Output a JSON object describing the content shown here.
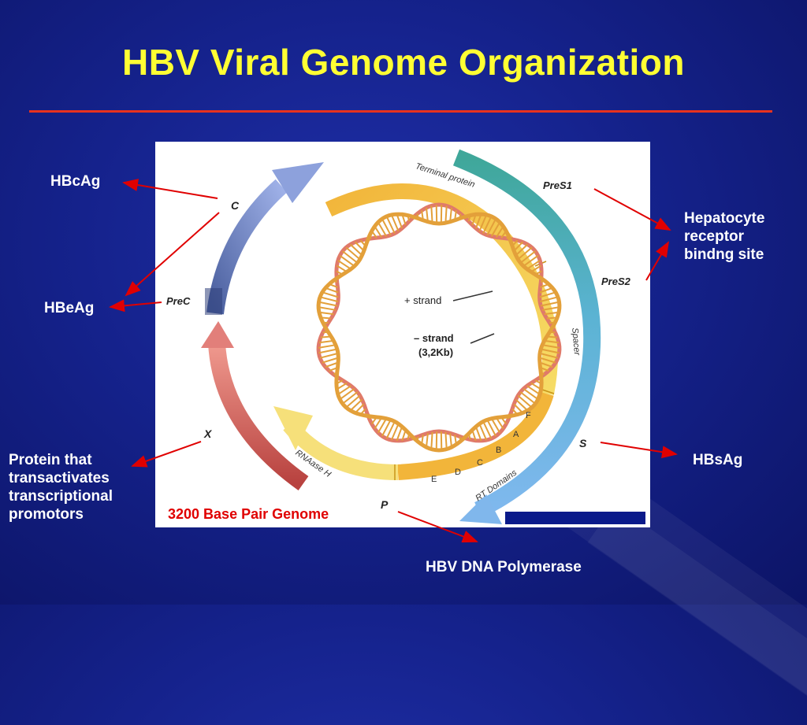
{
  "title": "HBV Viral Genome Organization",
  "genes": {
    "c": "C",
    "prec": "PreC",
    "pres1": "PreS1",
    "pres2": "PreS2",
    "s": "S",
    "p": "P",
    "x": "X"
  },
  "domains": {
    "terminal_protein": "Terminal protein",
    "spacer": "Spacer",
    "rt_domains": "RT Domains",
    "rnaase_h": "RNAase H",
    "rt_letters": [
      "E",
      "D",
      "C",
      "B",
      "A",
      "F"
    ]
  },
  "strands": {
    "plus": "+ strand",
    "minus": "– strand",
    "minus_size": "(3,2Kb)"
  },
  "labels": {
    "hbcag": "HBcAg",
    "hbeag": "HBeAg",
    "hepatocyte_line1": "Hepatocyte",
    "hepatocyte_line2": "receptor",
    "hepatocyte_line3": "bindng site",
    "hbsag": "HBsAg",
    "x_line1": "Protein that",
    "x_line2": "transactivates",
    "x_line3": "transcriptional",
    "x_line4": "promotors",
    "polymerase": "HBV DNA Polymerase",
    "genome_caption": "3200 Base Pair Genome"
  },
  "colors": {
    "title": "#ffff33",
    "rule": "#e8321e",
    "pointer": "#e00000",
    "gene_c": "#6f86c8",
    "gene_x": "#e06a6a",
    "gene_s": "#5aa7d6",
    "polymerase": "#f0c63a"
  }
}
